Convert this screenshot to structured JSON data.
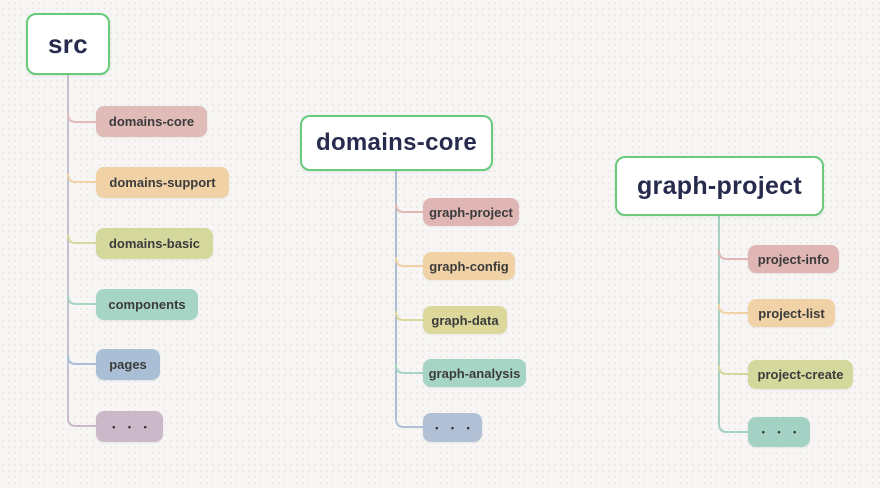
{
  "background": "#f7f6f4",
  "style": {
    "root_border_color": "#68cb79",
    "root_bg": "#ffffff",
    "root_text_color": "#272b4e",
    "child_text_color": "#3b3b3b"
  },
  "trees": [
    {
      "root": {
        "label": "src"
      },
      "trunk_color": "#c5c0ce",
      "children": [
        {
          "label": "domains-core",
          "color": "#e0bbb8"
        },
        {
          "label": "domains-support",
          "color": "#f0d2a6"
        },
        {
          "label": "domains-basic",
          "color": "#d5d89d"
        },
        {
          "label": "components",
          "color": "#a6d5c6"
        },
        {
          "label": "pages",
          "color": "#aabfd6"
        },
        {
          "label": "• • •",
          "color": "#cbb9c9"
        }
      ]
    },
    {
      "root": {
        "label": "domains-core"
      },
      "trunk_color": "#aabdd0",
      "children": [
        {
          "label": "graph-project",
          "color": "#dfb6b4"
        },
        {
          "label": "graph-config",
          "color": "#f0d2a6"
        },
        {
          "label": "graph-data",
          "color": "#dcd89b"
        },
        {
          "label": "graph-analysis",
          "color": "#a6d5c6"
        },
        {
          "label": "• • •",
          "color": "#b1c0d4"
        }
      ]
    },
    {
      "root": {
        "label": "graph-project"
      },
      "trunk_color": "#a3d2c4",
      "children": [
        {
          "label": "project-info",
          "color": "#dfb6b4"
        },
        {
          "label": "project-list",
          "color": "#f0d2a6"
        },
        {
          "label": "project-create",
          "color": "#d5d89d"
        },
        {
          "label": "• • •",
          "color": "#a3d2c4"
        }
      ]
    }
  ]
}
